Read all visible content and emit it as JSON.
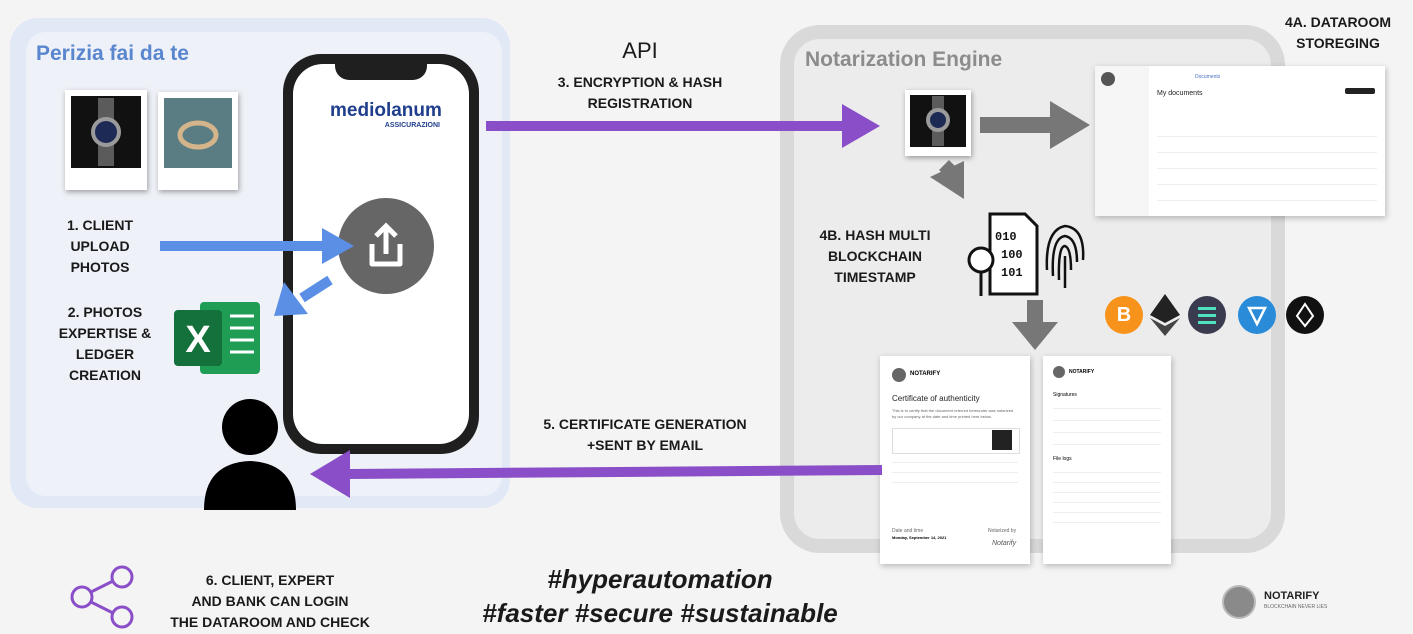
{
  "left_panel": {
    "title": "Perizia fai da te"
  },
  "right_panel": {
    "title": "Notarization Engine"
  },
  "phone": {
    "brand": "mediolanum",
    "brand_sub": "ASSICURAZIONI"
  },
  "api": {
    "label": "API",
    "step3_line1": "3. ENCRYPTION & HASH",
    "step3_line2": "REGISTRATION"
  },
  "steps": {
    "step1": [
      "1. CLIENT",
      "UPLOAD",
      "PHOTOS"
    ],
    "step2": [
      "2. PHOTOS",
      "EXPERTISE &",
      "LEDGER",
      "CREATION"
    ],
    "step4a": [
      "4A. DATAROOM",
      "STOREGING"
    ],
    "step4b": [
      "4B. HASH MULTI",
      "BLOCKCHAIN",
      "TIMESTAMP"
    ],
    "step5": [
      "5. CERTIFICATE GENERATION",
      "+SENT BY EMAIL"
    ],
    "step6": [
      "6. CLIENT, EXPERT",
      "AND BANK CAN LOGIN",
      "THE DATAROOM AND CHECK"
    ]
  },
  "hashtags": {
    "line1": "#hyperautomation",
    "line2": "#faster #secure #sustainable"
  },
  "brand": {
    "name": "NOTARIFY",
    "tagline": "BLOCKCHAIN NEVER LIES"
  },
  "certificate": {
    "brand": "NOTARIFY",
    "title": "Certificate of authenticity",
    "body": "This is to certify that the document referred hereunder was notarized by our company at the date and time printed here below.",
    "date_label": "Date and time",
    "date_value": "Monday, September 14, 2021",
    "notarized_label": "Notarized by",
    "signature": "Notarify"
  },
  "signatures_doc": {
    "brand": "NOTARIFY",
    "section1": "Signatures",
    "section2": "File logs"
  },
  "dataroom": {
    "heading": "My documents",
    "tab": "Documents"
  },
  "colors": {
    "arrow_purple": "#8a4fc8",
    "arrow_blue": "#5b8fe6",
    "arrow_grey": "#777777",
    "bitcoin": "#f7931a",
    "solana": "#3b3b4f",
    "tron": "#2a8bd8"
  }
}
